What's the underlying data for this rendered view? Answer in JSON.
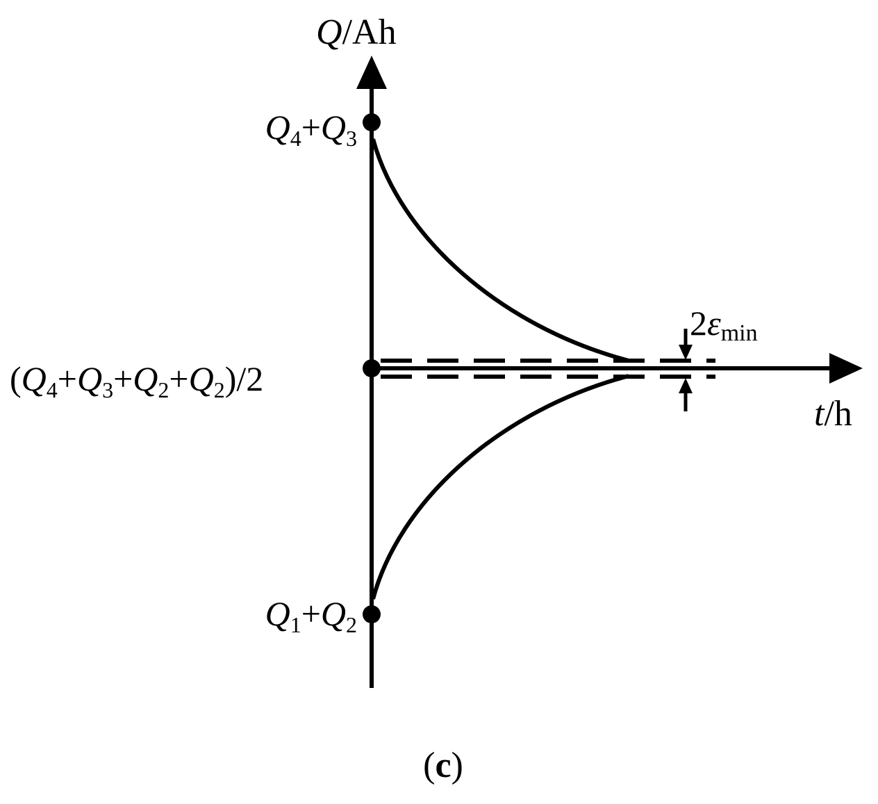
{
  "figure": {
    "y_axis": {
      "symbol": "Q",
      "unit": "/Ah"
    },
    "x_axis": {
      "symbol": "t",
      "unit": "/h"
    },
    "points": {
      "top": {
        "a": "Q",
        "a_sub": "4",
        "op": "+",
        "b": "Q",
        "b_sub": "3"
      },
      "mid": {
        "open": "(",
        "q1": "Q",
        "s1": "4",
        "op1": "+",
        "q2": "Q",
        "s2": "3",
        "op2": "+",
        "q3": "Q",
        "s3": "2",
        "op3": "+",
        "q4": "Q",
        "s4": "2",
        "close": ")/2"
      },
      "bottom": {
        "a": "Q",
        "a_sub": "1",
        "op": "+",
        "b": "Q",
        "b_sub": "2"
      }
    },
    "epsilon_label": {
      "coef": "2",
      "symbol": "ε",
      "sub": "min"
    },
    "caption": {
      "open": "(",
      "letter": "c",
      "close": ")"
    }
  }
}
